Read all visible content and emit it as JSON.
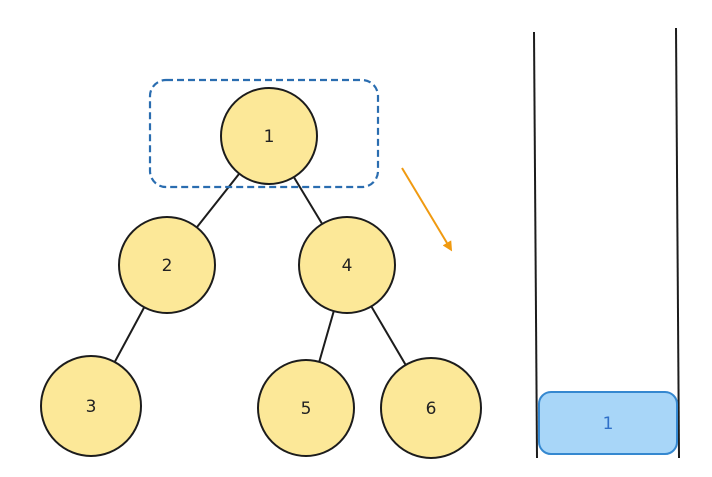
{
  "colors": {
    "node_fill": "#fce898",
    "node_stroke": "#1c1c1c",
    "edge": "#1c1c1c",
    "highlight_box": "#2a6db0",
    "arrow": "#f09a10",
    "stack_wall": "#1c1c1c",
    "stack_item_fill": "#a8d6f8",
    "stack_item_stroke": "#3588d0",
    "stack_item_text": "#3070c8"
  },
  "tree": {
    "nodes": [
      {
        "id": "1",
        "label": "1"
      },
      {
        "id": "2",
        "label": "2"
      },
      {
        "id": "4",
        "label": "4"
      },
      {
        "id": "3",
        "label": "3"
      },
      {
        "id": "5",
        "label": "5"
      },
      {
        "id": "6",
        "label": "6"
      }
    ],
    "edges": [
      {
        "from": "1",
        "to": "2"
      },
      {
        "from": "1",
        "to": "4"
      },
      {
        "from": "2",
        "to": "3"
      },
      {
        "from": "4",
        "to": "5"
      },
      {
        "from": "4",
        "to": "6"
      }
    ],
    "highlighted_node": "1"
  },
  "stack": {
    "items": [
      "1"
    ]
  }
}
